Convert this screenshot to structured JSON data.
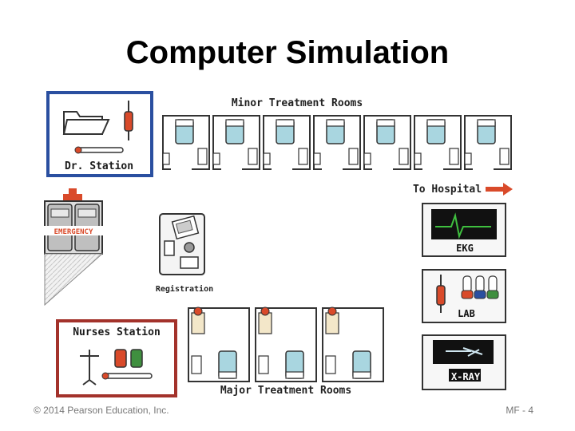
{
  "slide": {
    "title": "Computer Simulation",
    "copyright": "© 2014 Pearson Education, Inc.",
    "page": "MF - 4"
  },
  "diagram": {
    "dr_station": "Dr. Station",
    "minor_rooms": "Minor Treatment Rooms",
    "to_hospital": "To Hospital",
    "emergency": "EMERGENCY",
    "registration": "Registration",
    "ekg": "EKG",
    "lab": "LAB",
    "xray": "X-RAY",
    "nurses_station": "Nurses Station",
    "major_rooms": "Major Treatment Rooms"
  },
  "colors": {
    "dr_border": "#2a4fa0",
    "nurses_border": "#a3322b",
    "arrow": "#d94a2a",
    "cross": "#d94a2a",
    "bed": "#a9d6e0"
  }
}
